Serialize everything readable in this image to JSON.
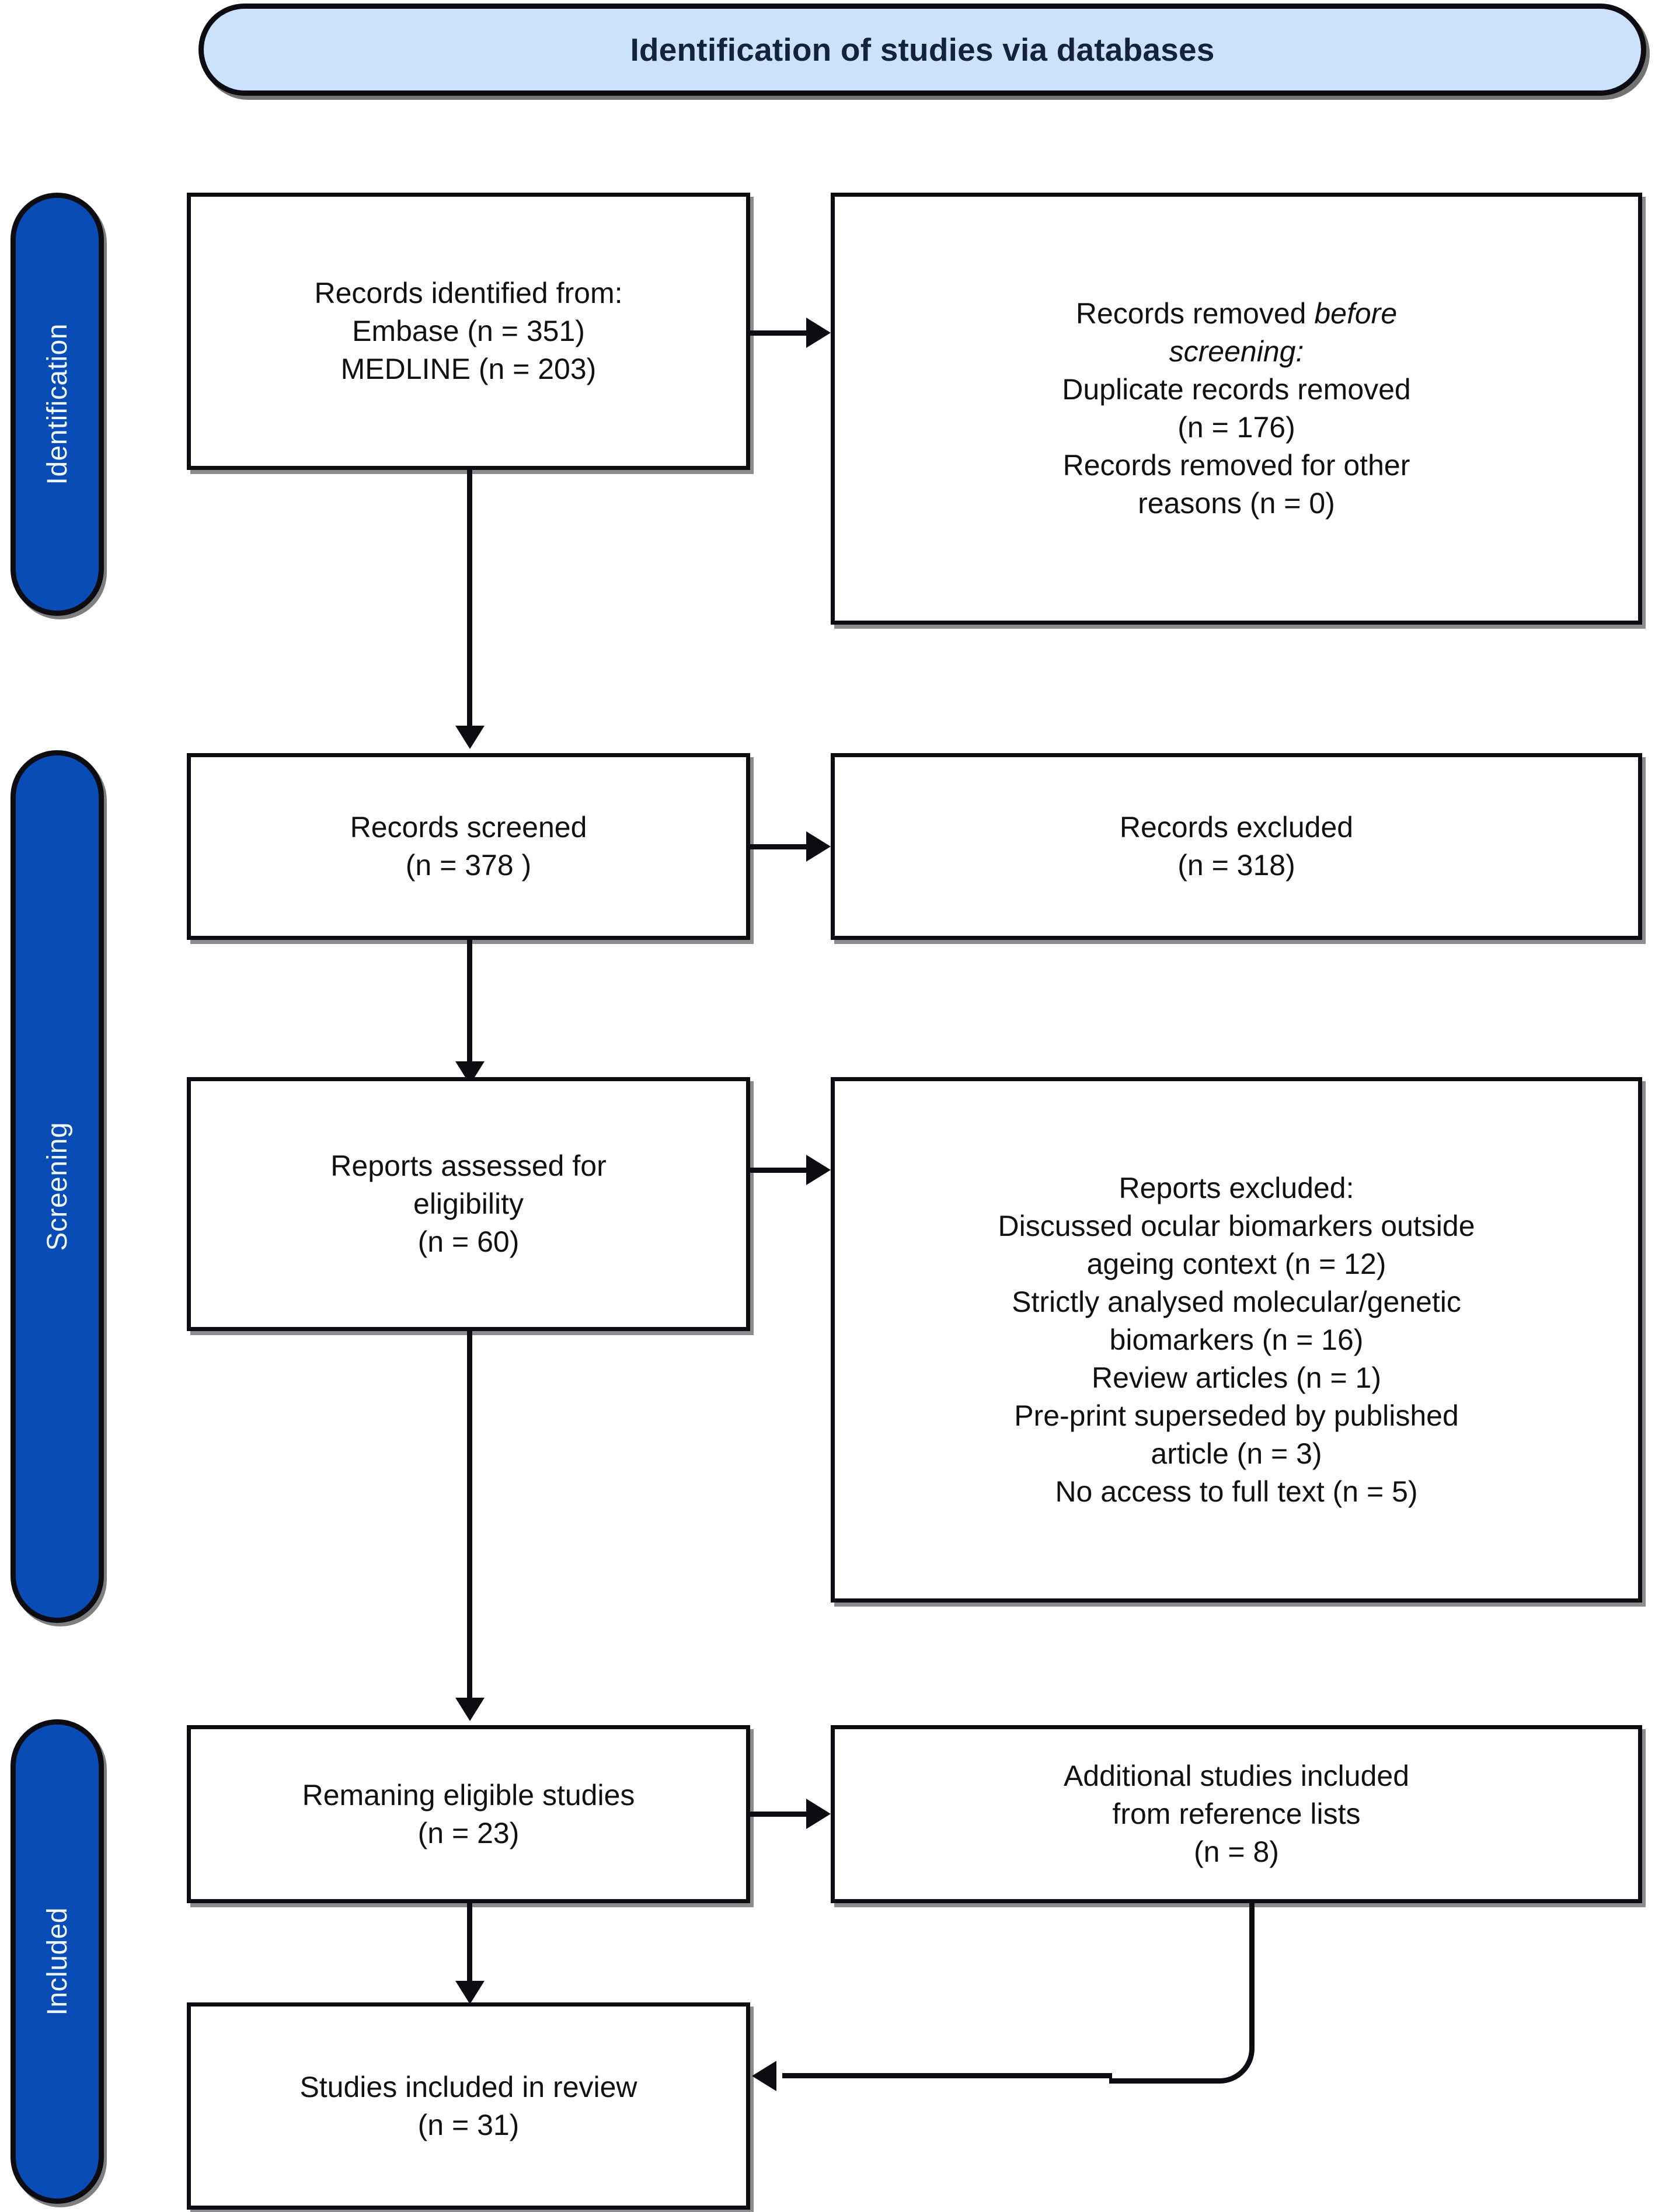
{
  "header": {
    "title": "Identification of studies via databases"
  },
  "stages": [
    {
      "label": "Identification"
    },
    {
      "label": "Screening"
    },
    {
      "label": "Included"
    }
  ],
  "boxes": {
    "records_identified": {
      "text": "Records identified from:\nEmbase (n = 351)\nMEDLINE (n = 203)"
    },
    "records_removed_before_screening": {
      "line1": "Records removed ",
      "italic1": "before",
      "line2": "screening:",
      "rest": "Duplicate records removed\n(n = 176)\nRecords removed for other\nreasons (n = 0)"
    },
    "records_screened": {
      "text": "Records screened\n(n = 378 )"
    },
    "records_excluded": {
      "text": "Records excluded\n(n = 318)"
    },
    "reports_assessed": {
      "text": "Reports assessed for\neligibility\n(n = 60)"
    },
    "reports_excluded": {
      "text": "Reports excluded:\nDiscussed ocular biomarkers outside\nageing context (n = 12)\nStrictly analysed molecular/genetic\nbiomarkers (n = 16)\nReview articles (n = 1)\nPre-print superseded by published\narticle (n = 3)\nNo access to full text (n = 5)"
    },
    "remaining_eligible": {
      "text": "Remaning eligible studies\n(n = 23)"
    },
    "additional_studies": {
      "text": "Additional studies included\nfrom reference lists\n(n = 8)"
    },
    "studies_included": {
      "text": "Studies included in review\n(n = 31)"
    }
  },
  "colors": {
    "header_fill": "#cce1fb",
    "header_text": "#13233f",
    "stage_fill": "#0a4cb5",
    "stage_text": "#eef6ff",
    "stroke": "#0c0c12",
    "box_fill": "#ffffff"
  },
  "flow_counts": {
    "embase": 351,
    "medline": 203,
    "duplicates_removed": 176,
    "other_removed": 0,
    "screened": 378,
    "screen_excluded": 318,
    "assessed": 60,
    "excluded_outside_ageing": 12,
    "excluded_molecular_genetic": 16,
    "excluded_review_articles": 1,
    "excluded_preprint": 3,
    "excluded_no_access": 5,
    "remaining_eligible": 23,
    "additional_from_refs": 8,
    "included_total": 31
  }
}
